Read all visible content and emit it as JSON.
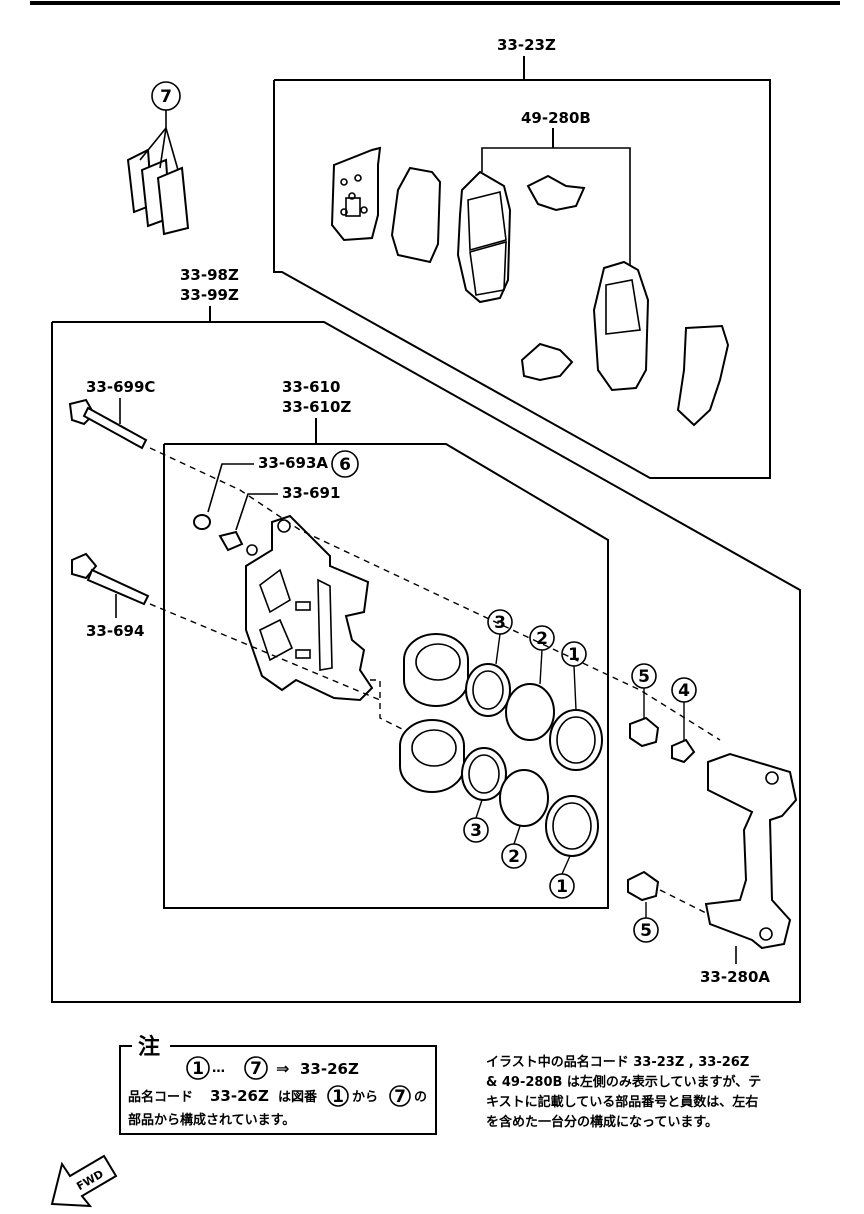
{
  "labels": {
    "kit_pads_outer": "33-23Z",
    "pad_kit": "49-280B",
    "caliper_assy_l1": "33-98Z",
    "caliper_assy_l2": "33-99Z",
    "guide_pin_c": "33-699C",
    "caliper_body_l1": "33-610",
    "caliper_body_l2": "33-610Z",
    "bleeder_cap": "33-693A",
    "bleeder_screw": "33-691",
    "guide_pin": "33-694",
    "mounting_support": "33-280A"
  },
  "callouts": {
    "c1": "1",
    "c2": "2",
    "c3": "3",
    "c4": "4",
    "c5": "5",
    "c6": "6",
    "c7": "7"
  },
  "note": {
    "heading": "注",
    "range_start": "1",
    "ellipsis": "…",
    "range_end": "7",
    "arrow": "⇒",
    "kit_code": "33-26Z",
    "line2_prefix": "品名コード",
    "line2_code": "33-26Z",
    "line2_mid": "は図番",
    "line2_from": "1",
    "line2_kara": "から",
    "line2_to": "7",
    "line2_no": "の",
    "line3": "部品から構成されています。"
  },
  "side_note": {
    "line1": "イラスト中の品名コード 33-23Z , 33-26Z",
    "line2": "& 49-280B は左側のみ表示していますが、テ",
    "line3": "キストに記載している部品番号と員数は、左右",
    "line4": "を含めた一台分の構成になっています。"
  },
  "fwd_label": "FWD"
}
